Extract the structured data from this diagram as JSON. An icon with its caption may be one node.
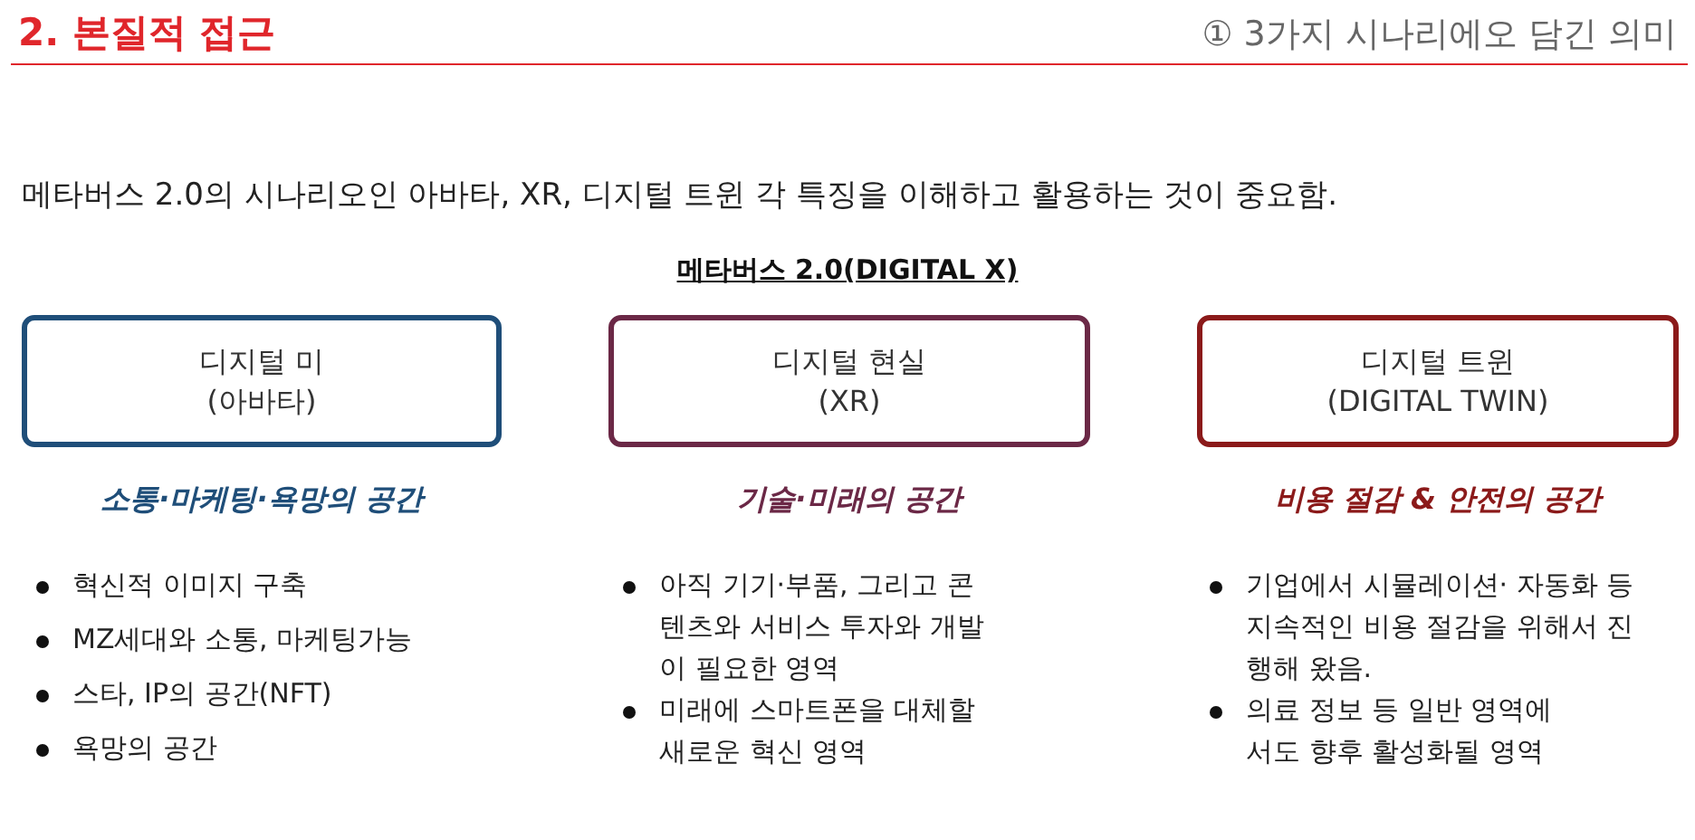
{
  "diagram": {
    "title": "2. 본질적 접근",
    "nodes": [
      {
        "text": [
          "디지털 미",
          "(아바타)"
        ],
        "beside": [
          "소통·마케팅·욕망의 공간"
        ]
      },
      {
        "text": [
          "디지털 현실",
          "(XR)"
        ],
        "beside": [
          "기술·미래의 공간"
        ]
      },
      {
        "text": [
          "디지털 트윈",
          "(DIGITAL TWIN)"
        ],
        "beside": [
          "비용 절감 & 안전의 공간"
        ]
      }
    ],
    "labels": [
      "① 3가지 시나리에오 담긴 의미",
      "메타버스 2.0의 시나리오인 아바타, XR, 디지털 트윈 각 특징을 이해하고 활용하는 것이 중요함.",
      "메타버스 2.0(DIGITAL X)",
      "혁신적 이미지 구축",
      "MZ세대와 소통, 마케팅가능",
      "스타, IP의 공간(NFT)",
      "욕망의 공간",
      "아직 기기·부품, 그리고 콘텐츠와 서비스 투자와 개발이 필요한 영역",
      "미래에 스마트폰을 대체할 새로운 혁신 영역",
      "기업에서 시뮬레이션· 자동화 등 지속적인 비용 절감을 위해서 진행해 왔음.",
      "의료 정보 등 일반 영역에서도 향후 활성화될 영역"
    ]
  }
}
